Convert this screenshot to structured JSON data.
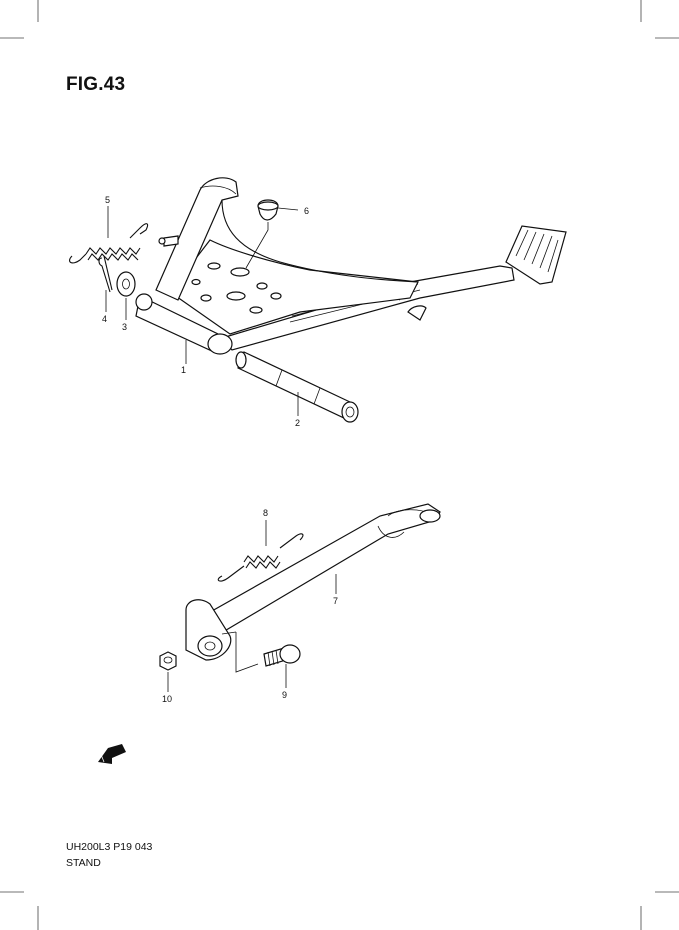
{
  "figure": {
    "title": "FIG.43",
    "code": "UH200L3 P19  043",
    "name": "STAND"
  },
  "callouts": [
    "1",
    "2",
    "3",
    "4",
    "5",
    "6",
    "7",
    "8",
    "9",
    "10"
  ],
  "icons": {
    "forward": "fwd-arrow-icon"
  },
  "colors": {
    "ink": "#111111",
    "background": "#ffffff"
  }
}
